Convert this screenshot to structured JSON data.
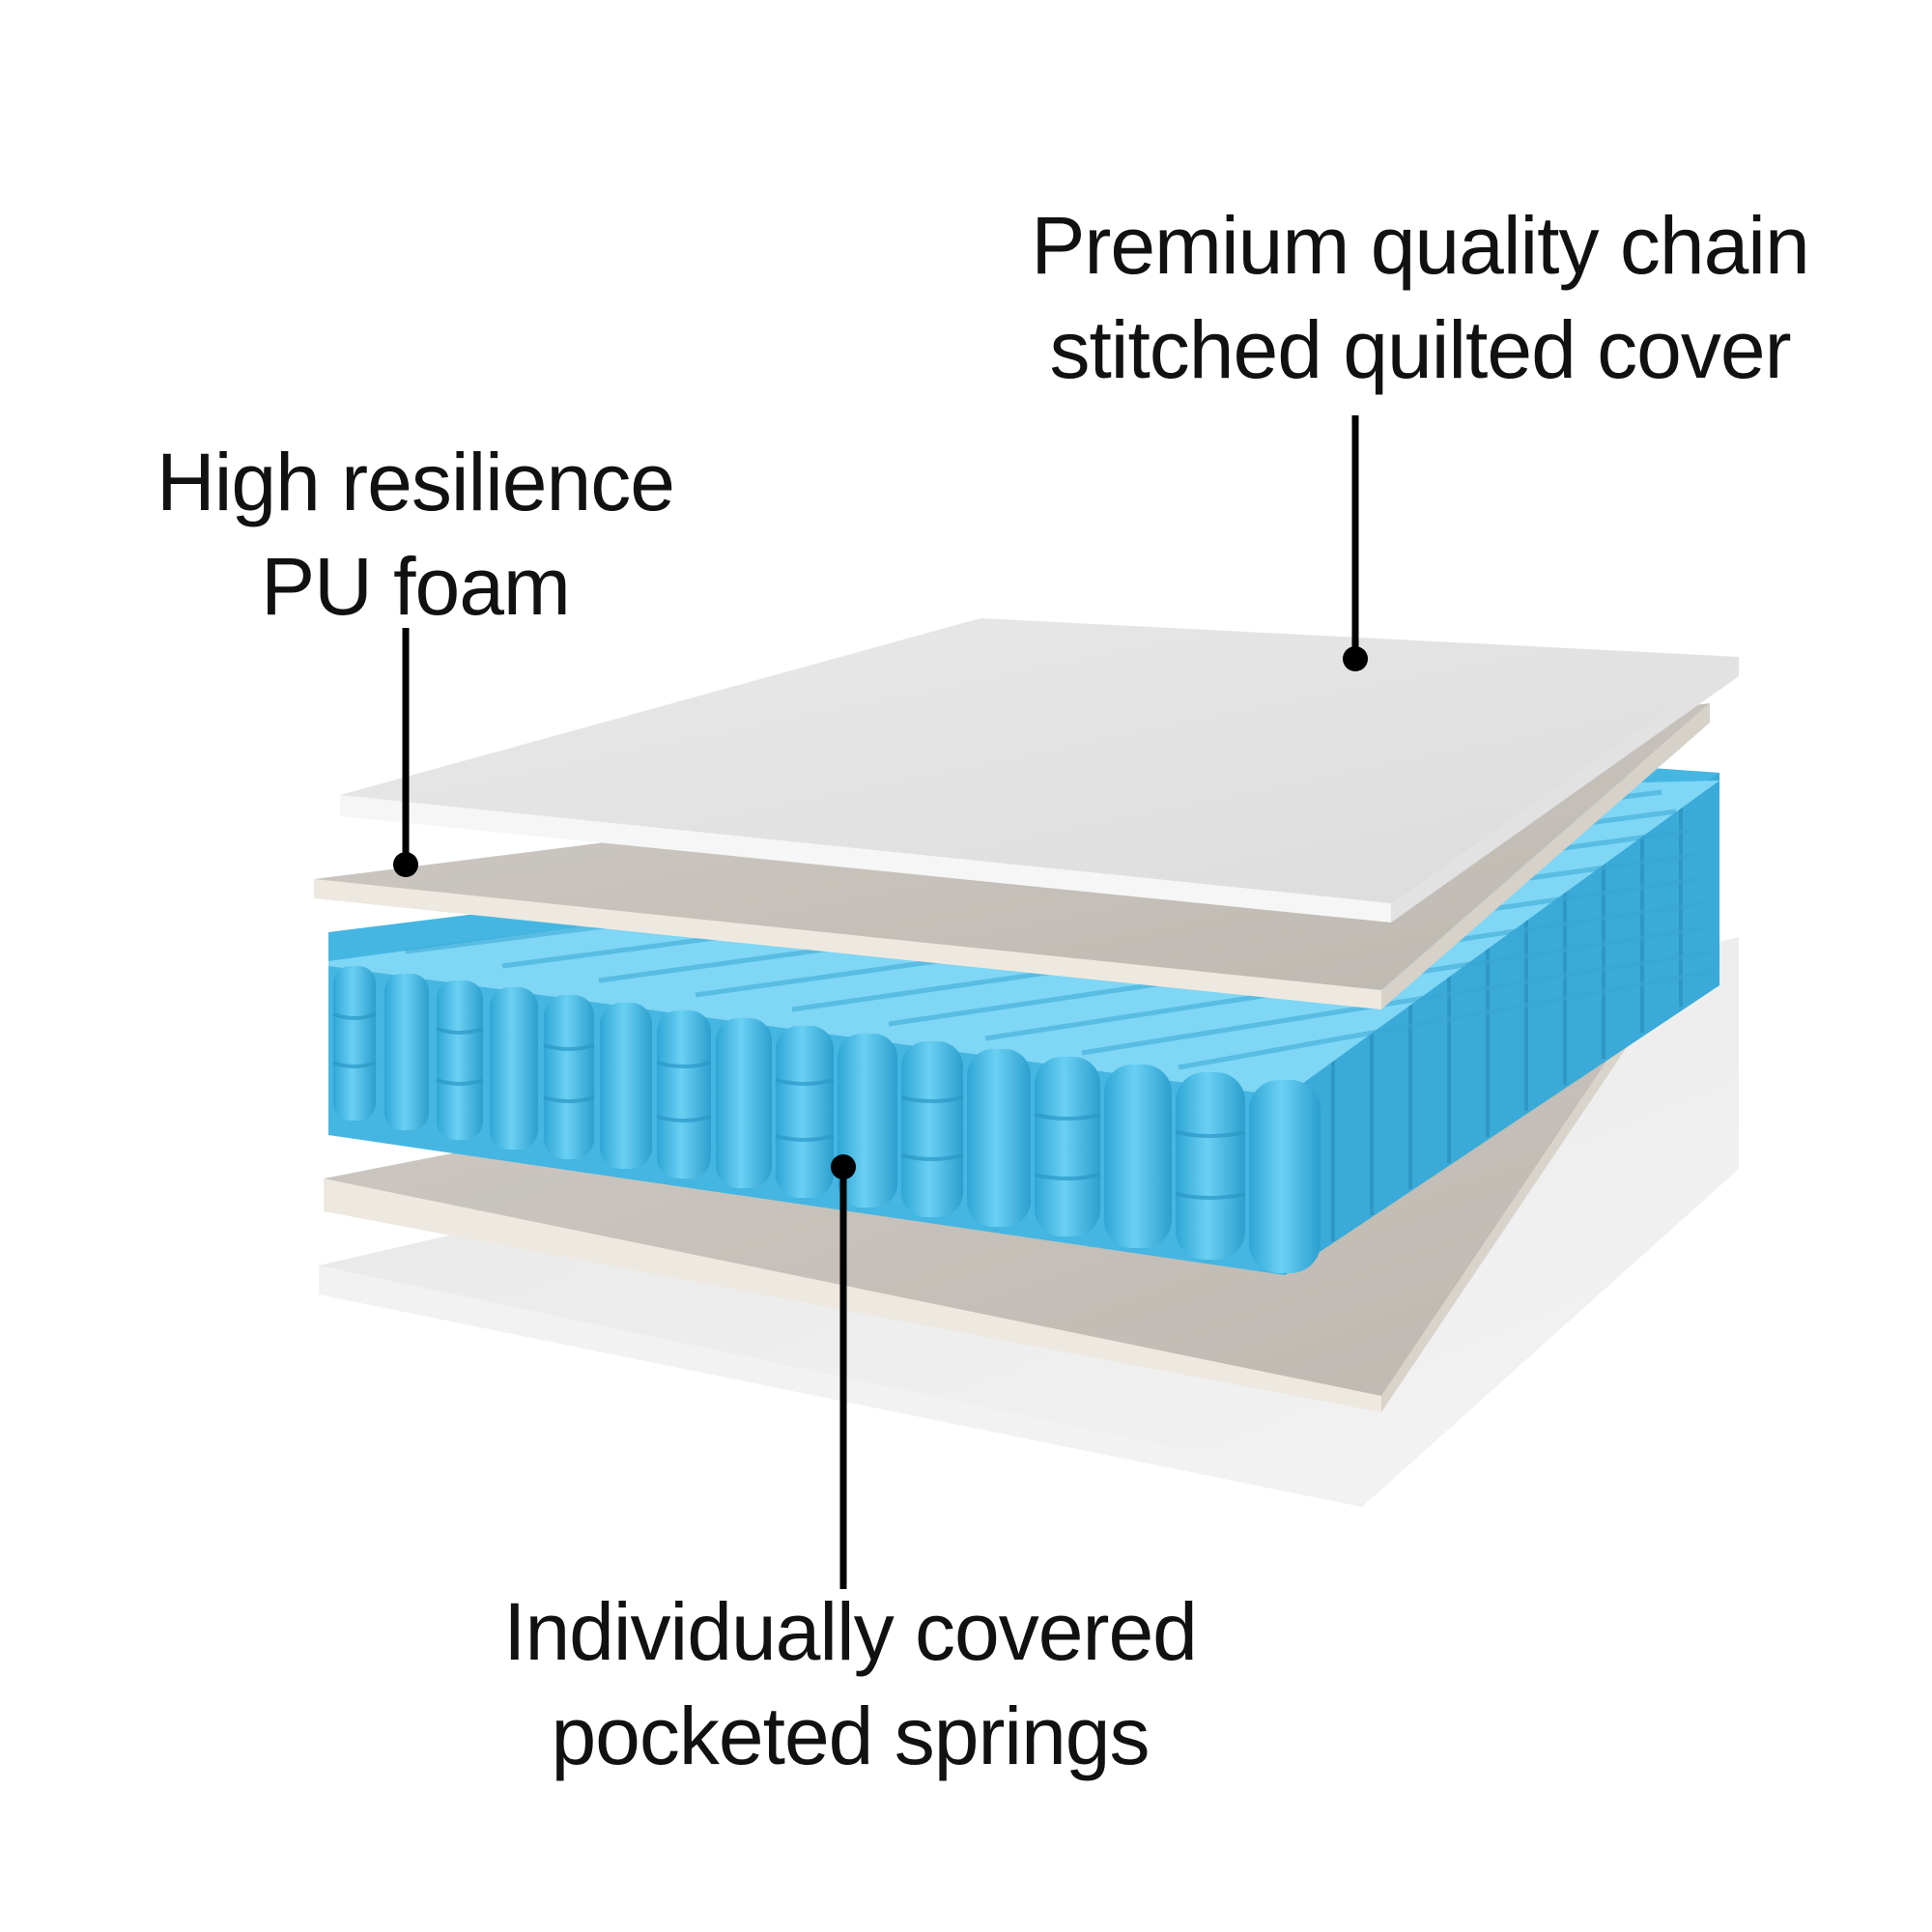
{
  "colors": {
    "cover": "#ececec",
    "foam": "#c9c6c0",
    "spring": "#4fc0ea",
    "leader": "#000000"
  },
  "callouts": {
    "cover": {
      "line1": "Premium quality chain",
      "line2": "stitched quilted cover"
    },
    "foam": {
      "line1": "High resilience",
      "line2": "PU foam"
    },
    "springs": {
      "line1": "Individually covered",
      "line2": "pocketed springs"
    }
  }
}
